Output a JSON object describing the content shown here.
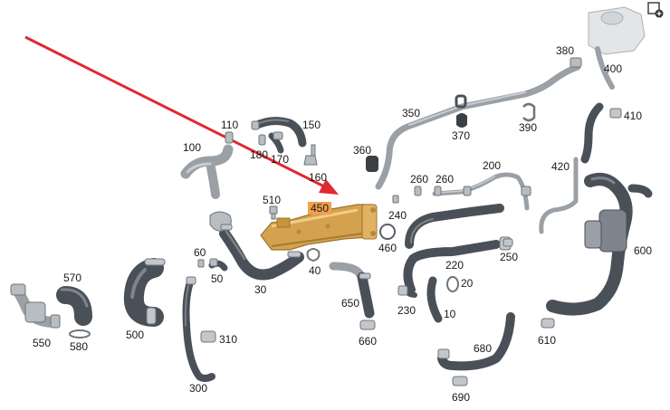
{
  "diagram": {
    "highlight_color": "#f0a04b",
    "arrow_color": "#e0282f",
    "selected_part": "450",
    "parts": [
      "10",
      "20",
      "30",
      "40",
      "50",
      "60",
      "100",
      "110",
      "150",
      "160",
      "170",
      "180",
      "200",
      "220",
      "230",
      "240",
      "250",
      "260a",
      "260b",
      "300",
      "310",
      "350",
      "360",
      "370",
      "380",
      "390",
      "400",
      "410",
      "420",
      "450",
      "460",
      "500",
      "510",
      "550",
      "570",
      "580",
      "600",
      "610",
      "650",
      "660",
      "680",
      "690"
    ],
    "labels": {
      "p10": "10",
      "p20": "20",
      "p30": "30",
      "p40": "40",
      "p50": "50",
      "p60": "60",
      "p100": "100",
      "p110": "110",
      "p150": "150",
      "p160": "160",
      "p170": "170",
      "p180": "180",
      "p200": "200",
      "p220": "220",
      "p230": "230",
      "p240": "240",
      "p250": "250",
      "p260a": "260",
      "p260b": "260",
      "p300": "300",
      "p310": "310",
      "p350": "350",
      "p360": "360",
      "p370": "370",
      "p380": "380",
      "p390": "390",
      "p400": "400",
      "p410": "410",
      "p420": "420",
      "p450": "450",
      "p460": "460",
      "p500": "500",
      "p510": "510",
      "p550": "550",
      "p570": "570",
      "p580": "580",
      "p600": "600",
      "p610": "610",
      "p650": "650",
      "p660": "660",
      "p680": "680",
      "p690": "690"
    }
  },
  "toolbar": {
    "export_icon": "export-image-icon"
  }
}
